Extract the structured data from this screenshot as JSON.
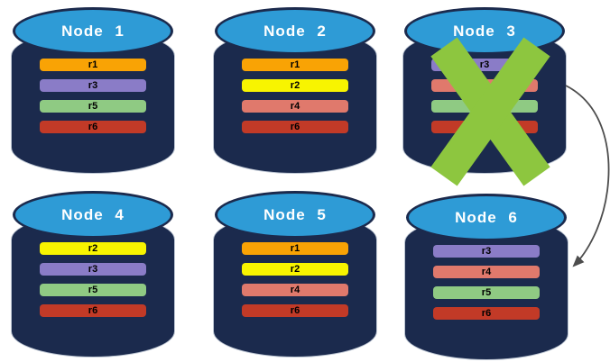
{
  "diagram_type": "database-cluster-replica-failover",
  "palette": {
    "cylinder_body": "#1B2A4D",
    "cylinder_top": "#2E9BD6",
    "title_text": "#FFFFFF",
    "replica_text": "#000000",
    "background": "#FFFFFF"
  },
  "replica_colors": {
    "r1": "#F9A305",
    "r2": "#F8F400",
    "r3": "#8A7CC7",
    "r4": "#E0796C",
    "r5": "#8FCA83",
    "r6": "#C23A27"
  },
  "nodes": [
    {
      "name": "Node 1",
      "failed": false,
      "replicas": [
        {
          "label": "r1",
          "color": "#F9A305"
        },
        {
          "label": "r3",
          "color": "#8A7CC7"
        },
        {
          "label": "r5",
          "color": "#8FCA83"
        },
        {
          "label": "r6",
          "color": "#C23A27"
        }
      ]
    },
    {
      "name": "Node 2",
      "failed": false,
      "replicas": [
        {
          "label": "r1",
          "color": "#F9A305"
        },
        {
          "label": "r2",
          "color": "#F8F400"
        },
        {
          "label": "r4",
          "color": "#E0796C"
        },
        {
          "label": "r6",
          "color": "#C23A27"
        }
      ]
    },
    {
      "name": "Node 3",
      "failed": true,
      "replicas": [
        {
          "label": "r3",
          "color": "#8A7CC7"
        },
        {
          "label": "r4",
          "color": "#E0796C"
        },
        {
          "label": "r5",
          "color": "#8FCA83"
        },
        {
          "label": "r6",
          "color": "#C23A27"
        }
      ]
    },
    {
      "name": "Node 4",
      "failed": false,
      "replicas": [
        {
          "label": "r2",
          "color": "#F8F400"
        },
        {
          "label": "r3",
          "color": "#8A7CC7"
        },
        {
          "label": "r5",
          "color": "#8FCA83"
        },
        {
          "label": "r6",
          "color": "#C23A27"
        }
      ]
    },
    {
      "name": "Node 5",
      "failed": false,
      "replicas": [
        {
          "label": "r1",
          "color": "#F9A305"
        },
        {
          "label": "r2",
          "color": "#F8F400"
        },
        {
          "label": "r4",
          "color": "#E0796C"
        },
        {
          "label": "r6",
          "color": "#C23A27"
        }
      ]
    },
    {
      "name": "Node 6",
      "failed": false,
      "replicas": [
        {
          "label": "r3",
          "color": "#8A7CC7"
        },
        {
          "label": "r4",
          "color": "#E0796C"
        },
        {
          "label": "r5",
          "color": "#8FCA83"
        },
        {
          "label": "r6",
          "color": "#C23A27"
        }
      ]
    }
  ],
  "annotations": {
    "failure_x_color": "#8DC63F",
    "arrow": {
      "from": "Node 3",
      "to": "Node 6",
      "color": "#4D4D4D"
    }
  }
}
